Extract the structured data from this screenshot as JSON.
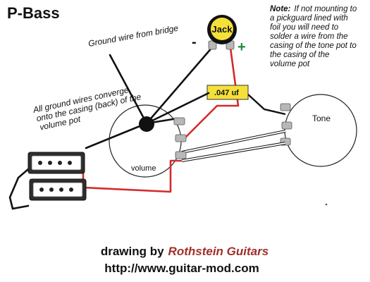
{
  "title": "P-Bass",
  "note": {
    "prefix": "Note:",
    "lines": [
      "If not mounting to",
      "a pickguard lined with",
      "foil you will need to",
      "solder a wire from the",
      "casing of the tone pot to",
      "the casing of the",
      "volume pot"
    ]
  },
  "labels": {
    "ground_wire": "Ground wire from bridge",
    "jack": "Jack",
    "minus": "-",
    "plus": "+",
    "capacitor": ".047 uf",
    "tone": "Tone",
    "volume": "volume",
    "ground_note_lines": [
      "All ground wires converge",
      "onto the casing (back) of the",
      "volume pot"
    ]
  },
  "credit": {
    "prefix": "drawing by",
    "author": "Rothstein Guitars",
    "url": "http://www.guitar-mod.com"
  },
  "colors": {
    "hot_wire": "#d42a2a",
    "ground_wire": "#111111",
    "capacitor": "#f5e03a",
    "credit_author": "#a0302a",
    "pot_lug": "#b8b8b8"
  }
}
